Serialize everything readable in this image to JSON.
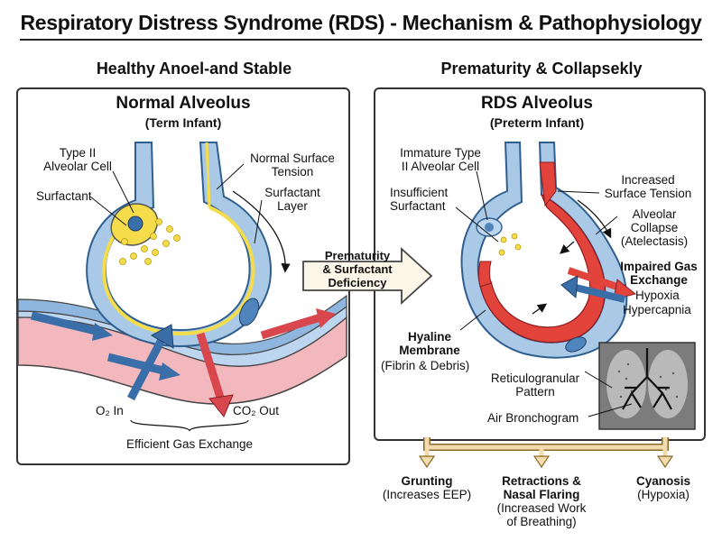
{
  "title": "Respiratory Distress Syndrome (RDS) - Mechanism & Pathophysiology",
  "left": {
    "heading": "Healthy Anoel-and Stable",
    "panel_title": "Normal Alveolus",
    "panel_subtitle": "(Term Infant)",
    "type2_cell": [
      "Type II",
      "Alveolar Cell"
    ],
    "surfactant": "Surfactant",
    "normal_tension": [
      "Normal Surface",
      "Tension"
    ],
    "surfactant_layer": [
      "Surfactant",
      "Layer"
    ],
    "o2_in": "O₂ In",
    "co2_out": "CO₂ Out",
    "efficient": "Efficient Gas Exchange"
  },
  "arrow": [
    "Prematurity",
    "& Surfactant",
    "Deficiency"
  ],
  "right": {
    "heading": "Prematurity  & Collapsekly",
    "panel_title": "RDS Alveolus",
    "panel_subtitle": "(Preterm Infant)",
    "immature": [
      "Immature Type",
      "II Alveolar Cell"
    ],
    "insufficient": [
      "Insufficient",
      "Surfactant"
    ],
    "increased_tension": [
      "Increased",
      "Surface Tension"
    ],
    "collapse": [
      "Alveolar",
      "Collapse",
      "(Atelectasis)"
    ],
    "impaired": [
      "Impaired Gas",
      "Exchange"
    ],
    "hypoxia": "Hypoxia",
    "hypercapnia": "Hypercapnia",
    "hyaline": [
      "Hyaline",
      "Membrane"
    ],
    "fibrin": "(Fibrin & Debris)",
    "reticulo": [
      "Reticulogranular",
      "Pattern"
    ],
    "air_bronchogram": "Air Bronchogram"
  },
  "outcomes": [
    {
      "title": "Grunting",
      "detail": [
        "(Increases EEP)"
      ]
    },
    {
      "title": "Retractions &",
      "title2": "Nasal Flaring",
      "detail": [
        "(Increased Work",
        "of Breathing)"
      ]
    },
    {
      "title": "Cyanosis",
      "detail": [
        "(Hypoxia)"
      ]
    }
  ],
  "colors": {
    "blue_wall": "#a9c9e6",
    "wall_stroke": "#2f5f8e",
    "surfactant_yellow": "#f5dc4a",
    "hyaline_red": "#e2433a",
    "vessel_red": "#e8838a",
    "branch_tan": "#f2dcae"
  }
}
